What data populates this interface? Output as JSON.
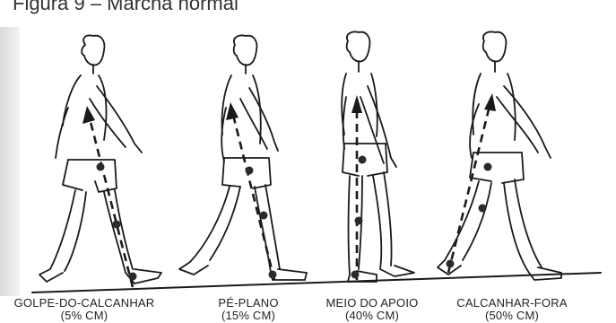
{
  "figure": {
    "caption_fragment": "Figura 9 – Marcha normal"
  },
  "phases": [
    {
      "name": "GOLPE-DO-CALCANHAR",
      "percent": "(5% CM)"
    },
    {
      "name": "PÉ-PLANO",
      "percent": "(15% CM)"
    },
    {
      "name": "MEIO DO APOIO",
      "percent": "(40% CM)"
    },
    {
      "name": "CALCANHAR-FORA",
      "percent": "(50% CM)"
    }
  ],
  "colors": {
    "line": "#1a1a1a",
    "dot": "#2a2a2a",
    "ground": "#1a1a1a"
  }
}
